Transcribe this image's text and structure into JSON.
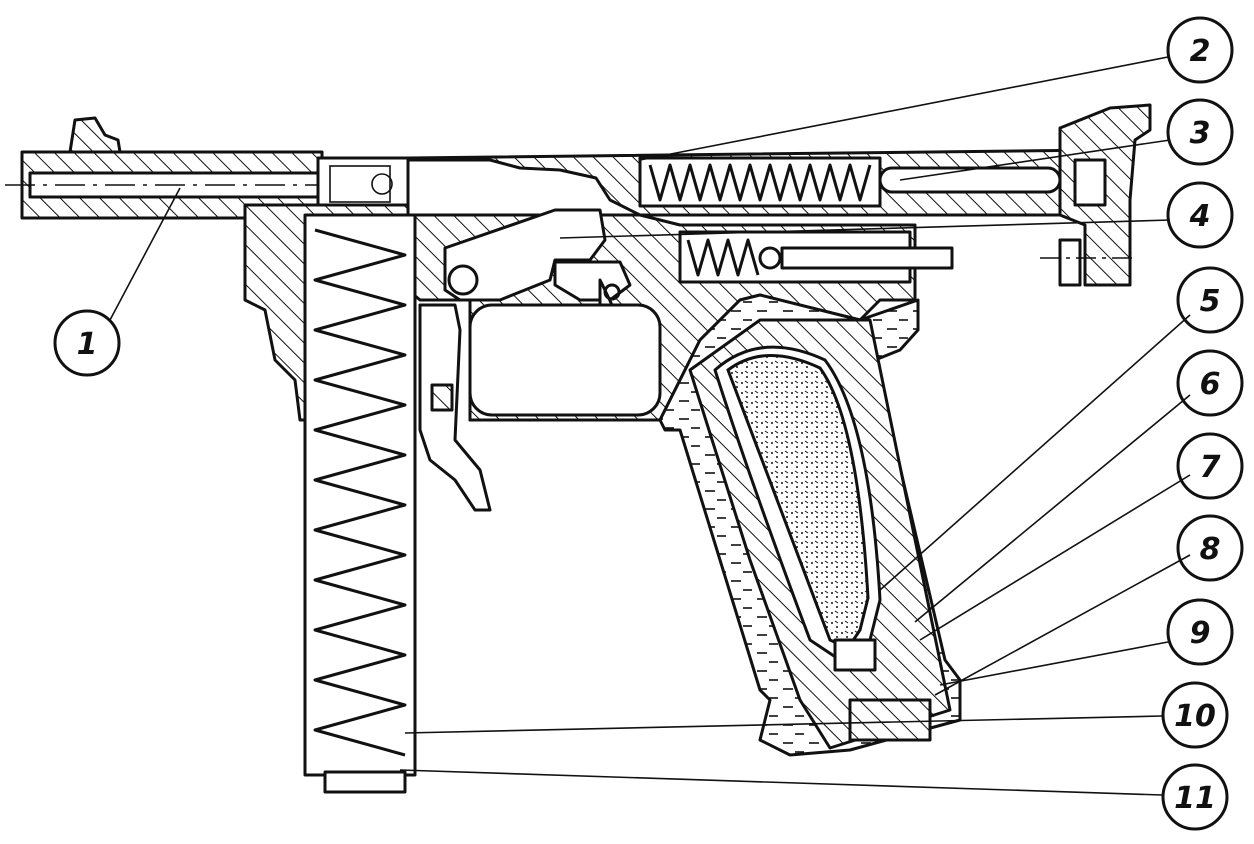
{
  "diagram": {
    "callouts": [
      {
        "id": "1",
        "label": "1"
      },
      {
        "id": "2",
        "label": "2"
      },
      {
        "id": "3",
        "label": "3"
      },
      {
        "id": "4",
        "label": "4"
      },
      {
        "id": "5",
        "label": "5"
      },
      {
        "id": "6",
        "label": "6"
      },
      {
        "id": "7",
        "label": "7"
      },
      {
        "id": "8",
        "label": "8"
      },
      {
        "id": "9",
        "label": "9"
      },
      {
        "id": "10",
        "label": "10"
      },
      {
        "id": "11",
        "label": "11"
      }
    ],
    "colors": {
      "ink": "#111111",
      "paper": "#ffffff"
    }
  }
}
